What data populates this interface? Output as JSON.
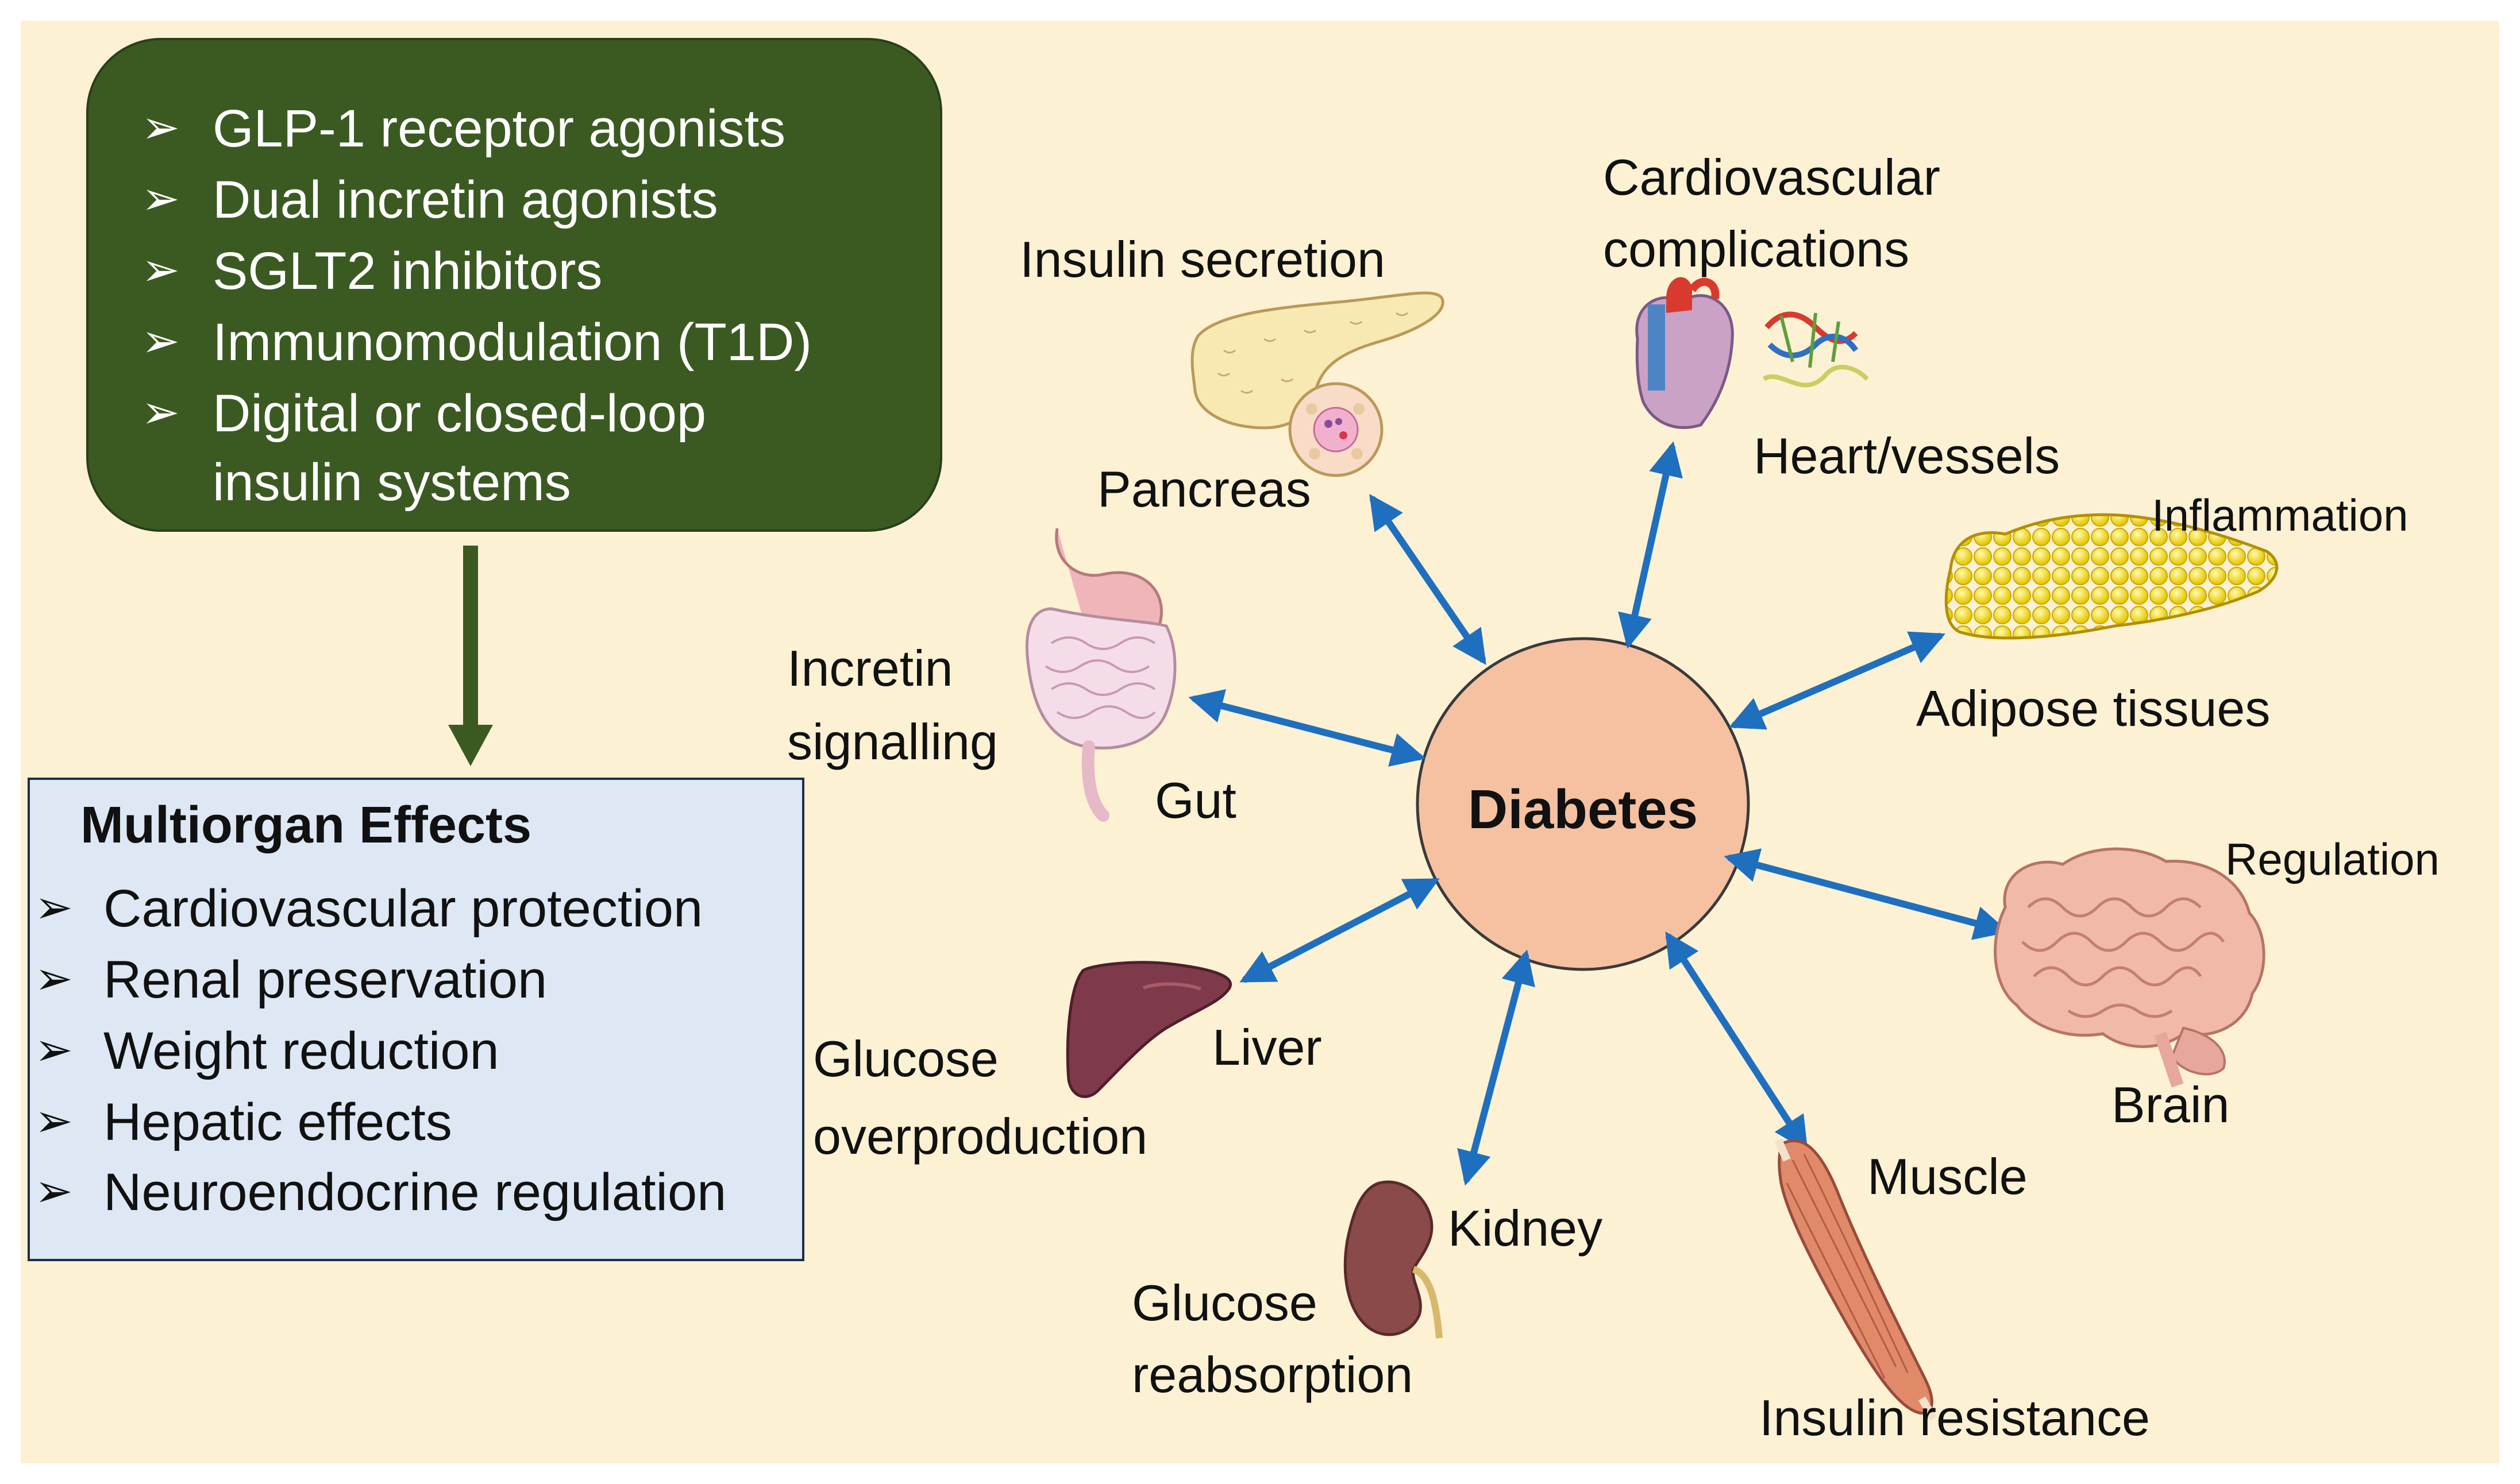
{
  "therapies": [
    "GLP-1 receptor agonists",
    "Dual incretin agonists",
    "SGLT2 inhibitors",
    "Immunomodulation (T1D)",
    "Digital or closed-loop",
    "insulin systems"
  ],
  "effects": {
    "title": "Multiorgan Effects",
    "items": [
      "Cardiovascular protection",
      "Renal preservation",
      "Weight reduction",
      "Hepatic effects",
      "Neuroendocrine regulation"
    ]
  },
  "center": "Diabetes",
  "organs": {
    "pancreas": {
      "name": "Pancreas",
      "role": "Insulin secretion"
    },
    "heart": {
      "name": "Heart/vessels",
      "role_line1": "Cardiovascular",
      "role_line2": "complications"
    },
    "adipose": {
      "name": "Adipose tissues",
      "role": "Inflammation"
    },
    "brain": {
      "name": "Brain",
      "role": "Regulation"
    },
    "muscle": {
      "name": "Muscle",
      "role": "Insulin resistance"
    },
    "kidney": {
      "name": "Kidney",
      "role_line1": "Glucose",
      "role_line2": "reabsorption"
    },
    "liver": {
      "name": "Liver",
      "role_line1": "Glucose",
      "role_line2": "overproduction"
    },
    "gut": {
      "name": "Gut",
      "role_line1": "Incretin",
      "role_line2": "signalling"
    }
  },
  "colors": {
    "background": "#fdf1d4",
    "therapy_box": "#3b5a22",
    "effects_box": "#dde8f4",
    "center_circle": "#f5c1a1",
    "arrow": "#1f6fbf",
    "down_arrow": "#3b5a22"
  }
}
